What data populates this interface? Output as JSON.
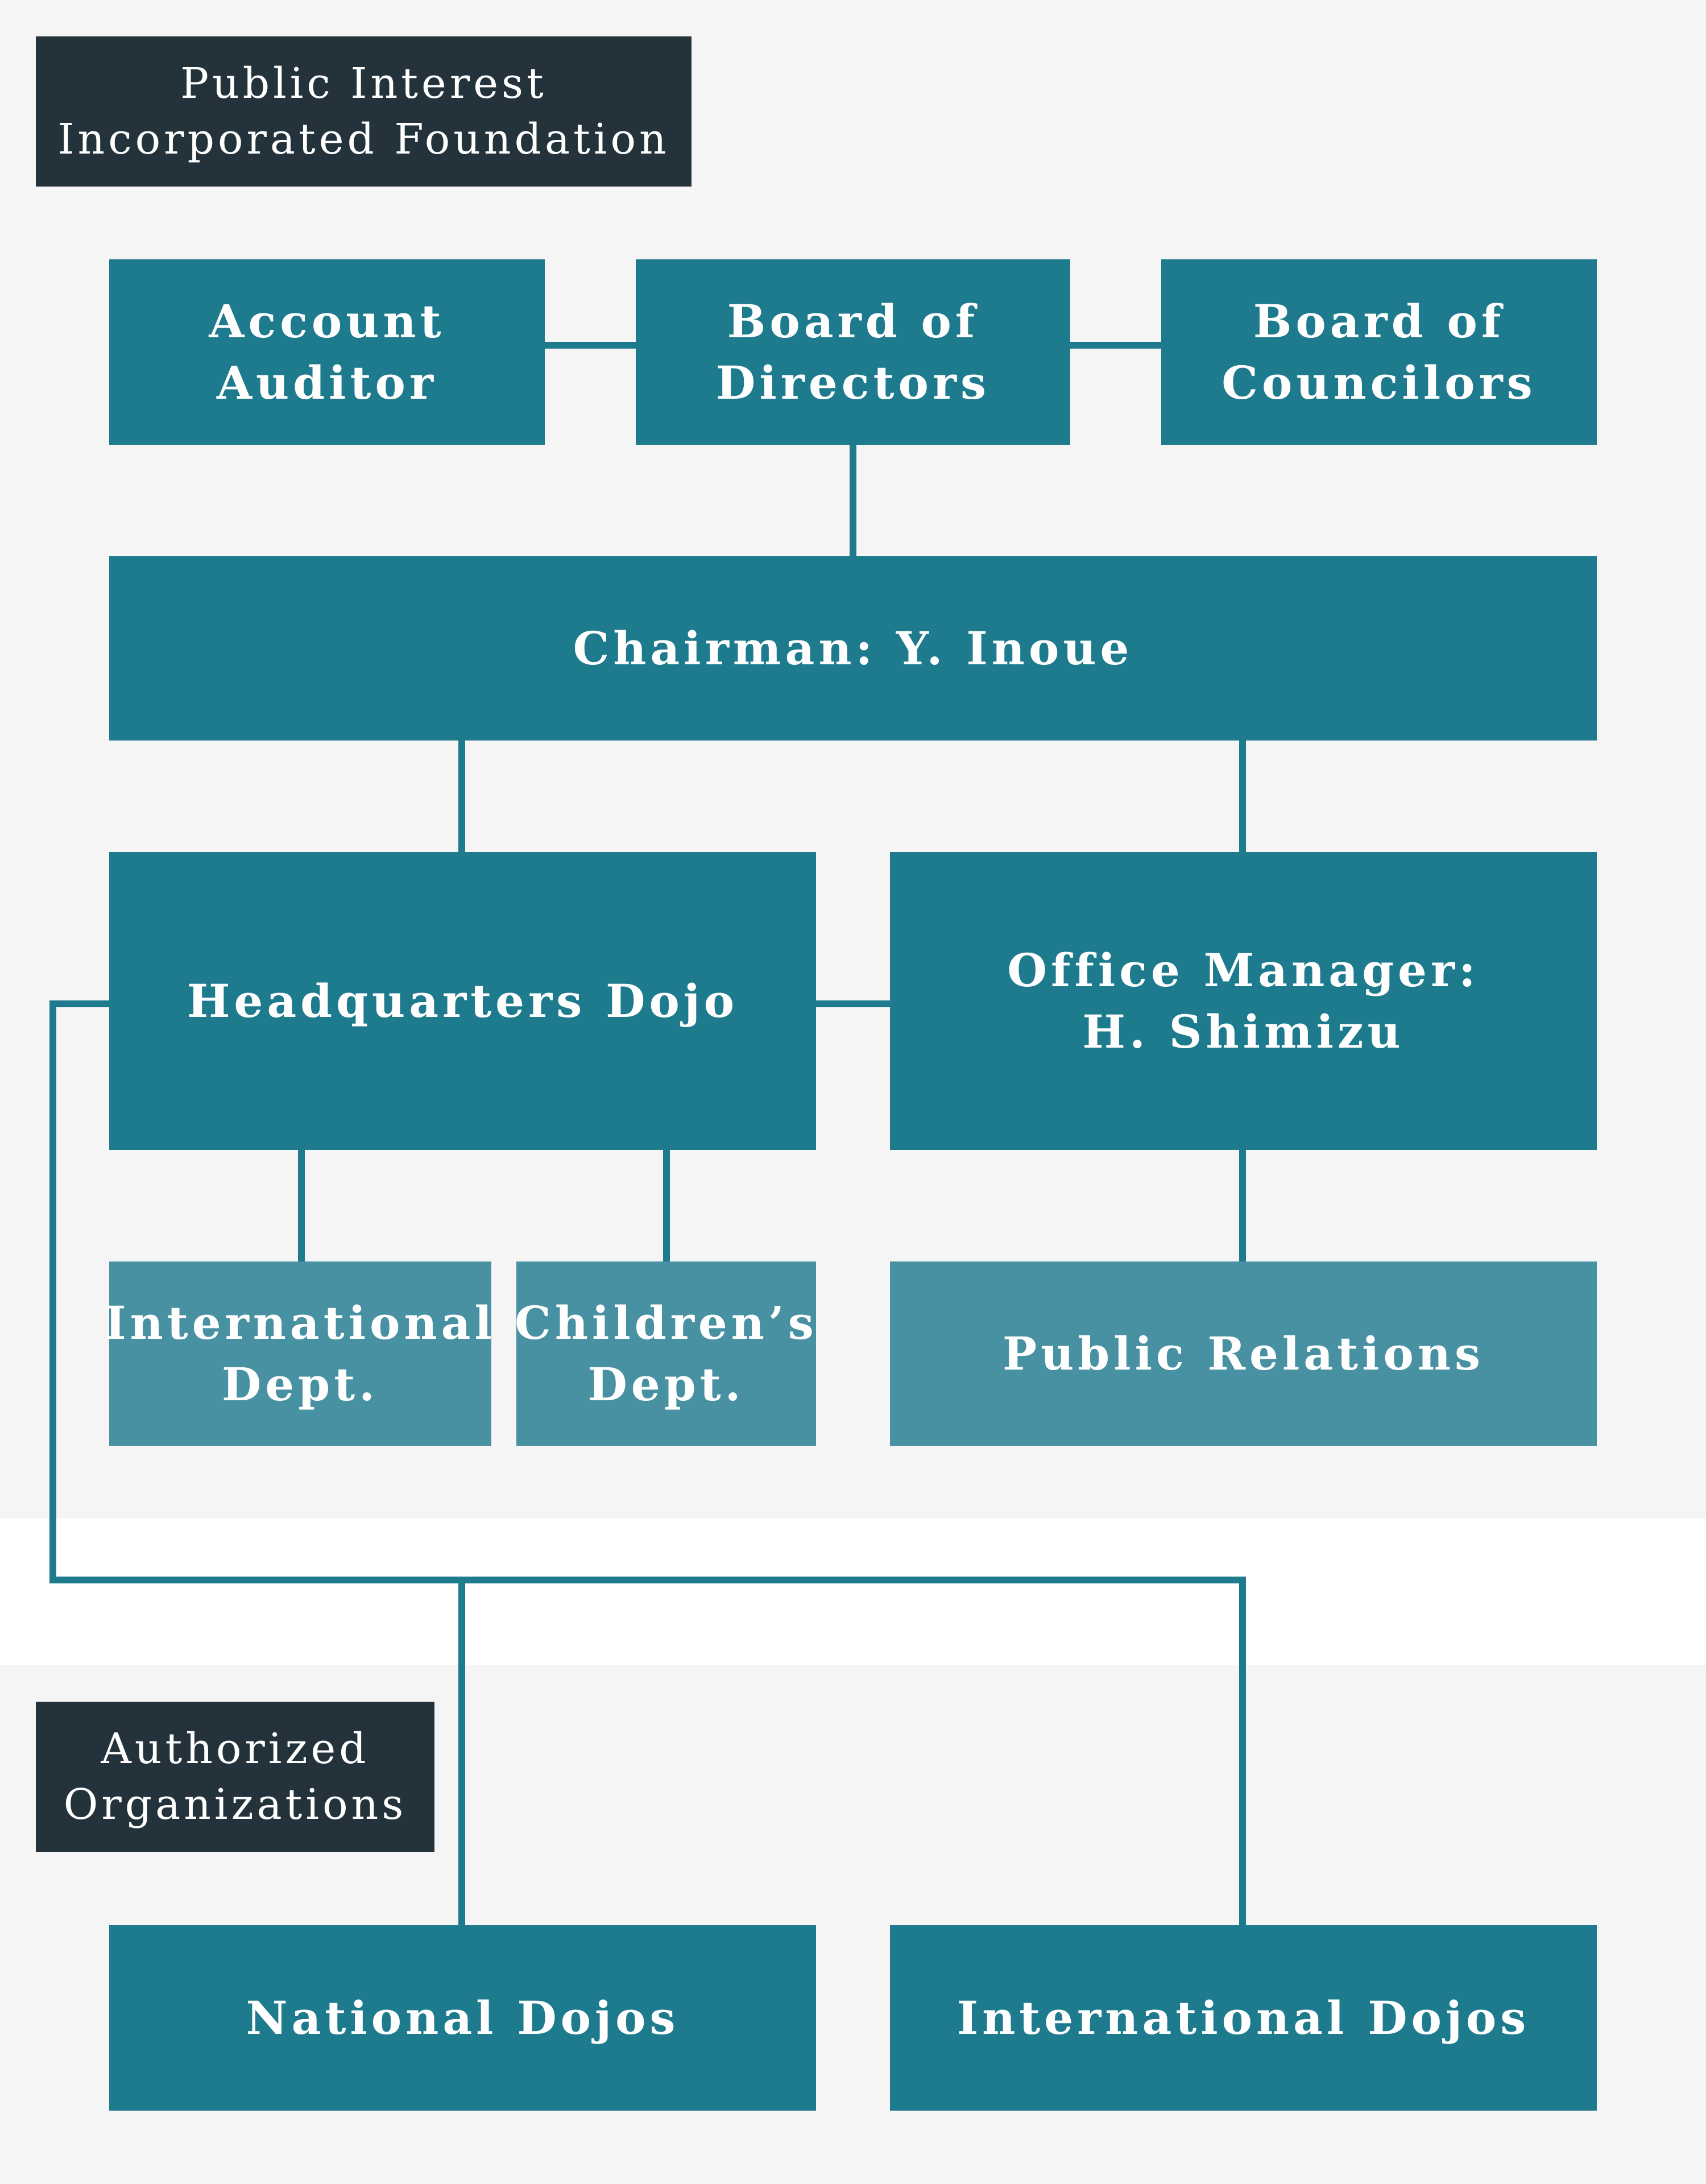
{
  "colors": {
    "background": "#f5f5f5",
    "gap": "#ffffff",
    "primary_box": "#1e7b8e",
    "secondary_box": "#4891a2",
    "section_label": "#24333b",
    "connector": "#1e7b8e",
    "text": "#ffffff"
  },
  "sections": {
    "top_label": "Public Interest\nIncorporated Foundation",
    "bottom_label": "Authorized\nOrganizations"
  },
  "nodes": {
    "account_auditor": "Account\nAuditor",
    "board_of_directors": "Board of\nDirectors",
    "board_of_councilors": "Board of\nCouncilors",
    "chairman": "Chairman: Y. Inoue",
    "headquarters_dojo": "Headquarters Dojo",
    "office_manager": "Office Manager:\nH. Shimizu",
    "international_dept": "International\nDept.",
    "childrens_dept": "Children’s\nDept.",
    "public_relations": "Public Relations",
    "national_dojos": "National Dojos",
    "international_dojos": "International Dojos"
  }
}
